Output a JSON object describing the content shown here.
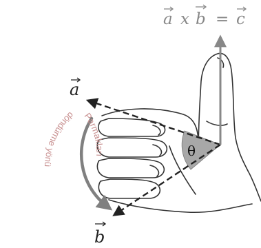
{
  "formula": {
    "a": "a",
    "x": "x",
    "b": "b",
    "eq": "=",
    "c": "c"
  },
  "labels": {
    "vector_a": "a",
    "vector_b": "b",
    "angle": "θ"
  },
  "curved_text": {
    "line1": "Parmakları",
    "line2": "döndürme yönü"
  },
  "colors": {
    "formula": "#888888",
    "vector_arrow": "#222222",
    "result_arrow": "#888888",
    "rotation_arrow": "#808080",
    "angle_fill": "#a8a8a8",
    "curved_text": "#c89090",
    "outline": "#333333"
  }
}
